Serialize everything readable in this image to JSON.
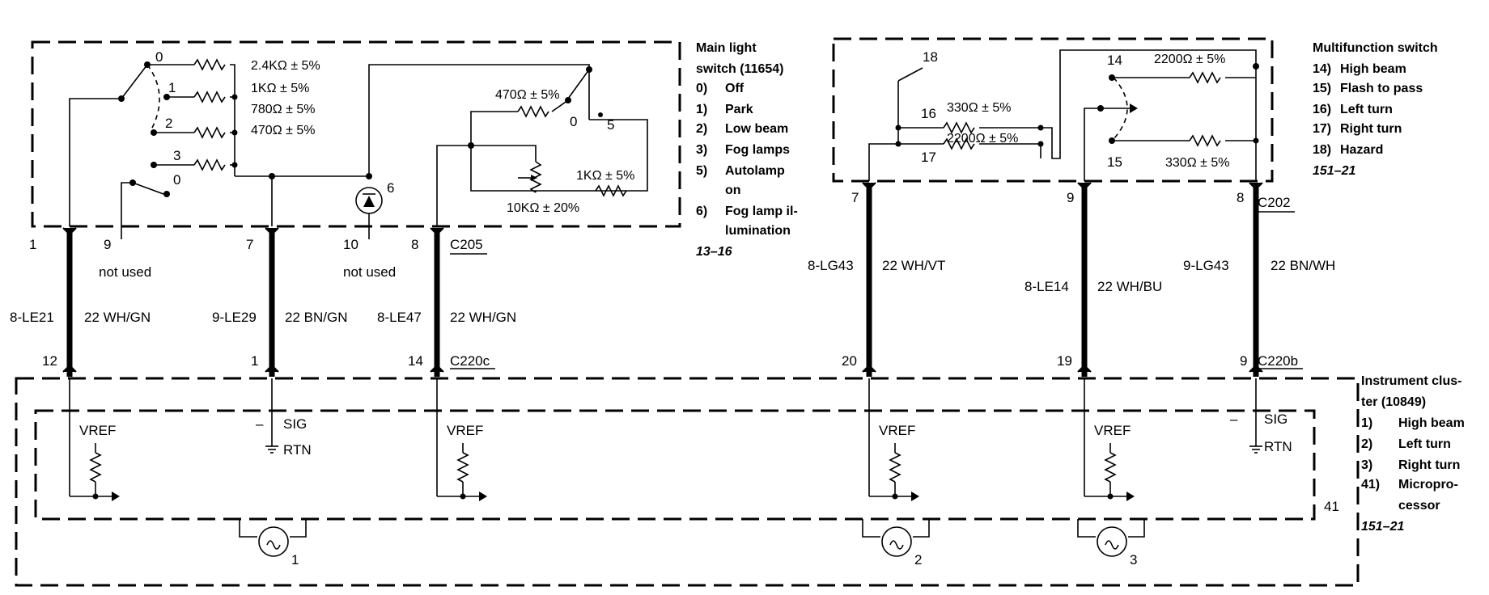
{
  "main_switch": {
    "title_lines": [
      "Main light",
      "switch (11654)"
    ],
    "legend": [
      {
        "num": "0)",
        "text": "Off"
      },
      {
        "num": "1)",
        "text": "Park"
      },
      {
        "num": "2)",
        "text": "Low beam"
      },
      {
        "num": "3)",
        "text": "Fog lamps"
      },
      {
        "num": "5)",
        "text": "Autolamp"
      },
      {
        "num": "",
        "text": "on"
      },
      {
        "num": "6)",
        "text": "Fog lamp il-"
      },
      {
        "num": "",
        "text": "lumination"
      }
    ],
    "ref": "13–16",
    "positions": {
      "p0": "0",
      "p1": "1",
      "p2": "2",
      "p3": "3",
      "p0b": "0",
      "p5": "5",
      "p0c": "0",
      "p6": "6"
    },
    "resistors": {
      "r1": "2.4KΩ ± 5%",
      "r2": "1KΩ ± 5%",
      "r3": "780Ω ± 5%",
      "r4": "470Ω ± 5%",
      "r5": "470Ω ± 5%",
      "r6": "1KΩ ± 5%",
      "r7": "10KΩ ± 20%"
    }
  },
  "multifunction_switch": {
    "title": "Multifunction switch",
    "legend": [
      {
        "num": "14)",
        "text": "High beam"
      },
      {
        "num": "15)",
        "text": "Flash to pass"
      },
      {
        "num": "16)",
        "text": "Left turn"
      },
      {
        "num": "17)",
        "text": "Right turn"
      },
      {
        "num": "18)",
        "text": "Hazard"
      }
    ],
    "ref": "151–21",
    "positions": {
      "p18": "18",
      "p16": "16",
      "p17": "17",
      "p14": "14",
      "p15": "15"
    },
    "resistors": {
      "r1": "330Ω ± 5%",
      "r2": "2200Ω ± 5%",
      "r3": "2200Ω ± 5%",
      "r4": "330Ω ± 5%"
    }
  },
  "instrument_cluster": {
    "title_lines": [
      "Instrument clus-",
      "ter (10849)"
    ],
    "legend": [
      {
        "num": "1)",
        "text": "High beam"
      },
      {
        "num": "2)",
        "text": "Left turn"
      },
      {
        "num": "3)",
        "text": "Right turn"
      },
      {
        "num": "41)",
        "text": "Micropro-"
      },
      {
        "num": "",
        "text": "cessor"
      }
    ],
    "ref": "151–21",
    "pin41": "41",
    "lamps": {
      "l1": "1",
      "l2": "2",
      "l3": "3"
    },
    "vref": "VREF",
    "sig": "SIG",
    "rtn": "RTN",
    "minus": "–"
  },
  "connectors": {
    "c205": "C205",
    "c220c": "C220c",
    "c202": "C202",
    "c220b": "C220b"
  },
  "pins_top": {
    "p1": "1",
    "p9": "9",
    "p7": "7",
    "p10": "10",
    "p8": "8",
    "p7b": "7",
    "p9b": "9",
    "p8b": "8"
  },
  "pins_bottom": {
    "p12": "12",
    "p1": "1",
    "p14": "14",
    "p20": "20",
    "p19": "19",
    "p9": "9"
  },
  "not_used": "not used",
  "wires": [
    {
      "circuit": "8-LE21",
      "color": "22 WH/GN"
    },
    {
      "circuit": "9-LE29",
      "color": "22 BN/GN"
    },
    {
      "circuit": "8-LE47",
      "color": "22 WH/GN"
    },
    {
      "circuit": "8-LG43",
      "color": "22 WH/VT"
    },
    {
      "circuit": "8-LE14",
      "color": "22 WH/BU"
    },
    {
      "circuit": "9-LG43",
      "color": "22 BN/WH"
    }
  ]
}
